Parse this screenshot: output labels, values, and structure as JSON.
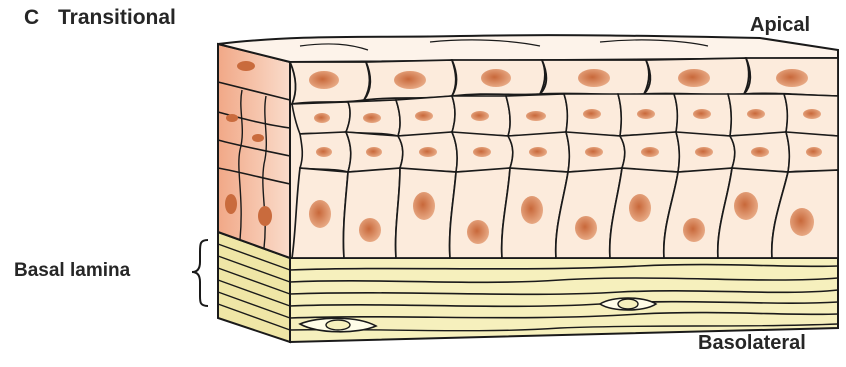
{
  "figure": {
    "panel_letter": "C",
    "panel_title": "Transitional"
  },
  "labels": {
    "apical": "Apical",
    "basal_lamina": "Basal lamina",
    "basolateral": "Basolateral"
  },
  "colors": {
    "cell_fill": "#fcebdc",
    "cell_outline": "#1a1a1a",
    "nucleus_fill": "#d88c5e",
    "nucleus_core": "#c46a3c",
    "lamina_fill": "#f6f0bd",
    "side_face_fill": "#f3b89a"
  }
}
